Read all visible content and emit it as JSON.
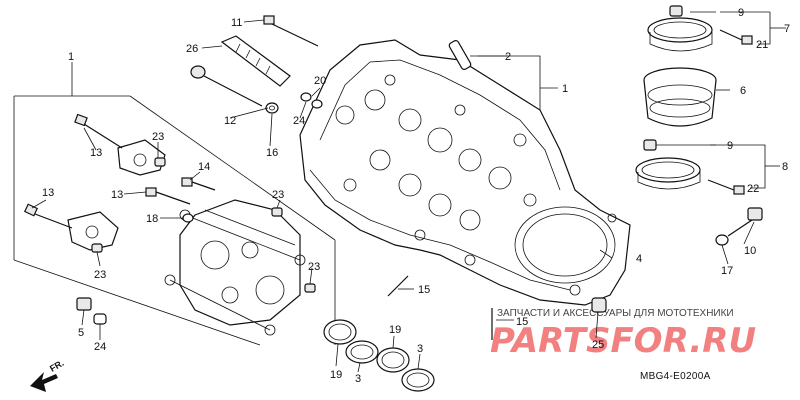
{
  "diagram_code": "MBG4-E0200A",
  "direction_marker": "FR.",
  "watermark": {
    "subtitle": "ЗАПЧАСТИ И АКСЕССУАРЫ ДЛЯ МОТОТЕХНИКИ",
    "brand": "PARTSFOR.RU"
  },
  "callouts": {
    "c1_left": "1",
    "c1_right": "1",
    "c2": "2",
    "c3a": "3",
    "c3b": "3",
    "c4": "4",
    "c5": "5",
    "c6": "6",
    "c7": "7",
    "c8": "8",
    "c9a": "9",
    "c9b": "9",
    "c10": "10",
    "c11": "11",
    "c12": "12",
    "c13a": "13",
    "c13b": "13",
    "c13c": "13",
    "c14": "14",
    "c15a": "15",
    "c15b": "15",
    "c16": "16",
    "c17": "17",
    "c18": "18",
    "c19a": "19",
    "c19b": "19",
    "c20": "20",
    "c21": "21",
    "c22": "22",
    "c23a": "23",
    "c23b": "23",
    "c23c": "23",
    "c23d": "23",
    "c24a": "24",
    "c24b": "24",
    "c25": "25",
    "c26": "26"
  }
}
